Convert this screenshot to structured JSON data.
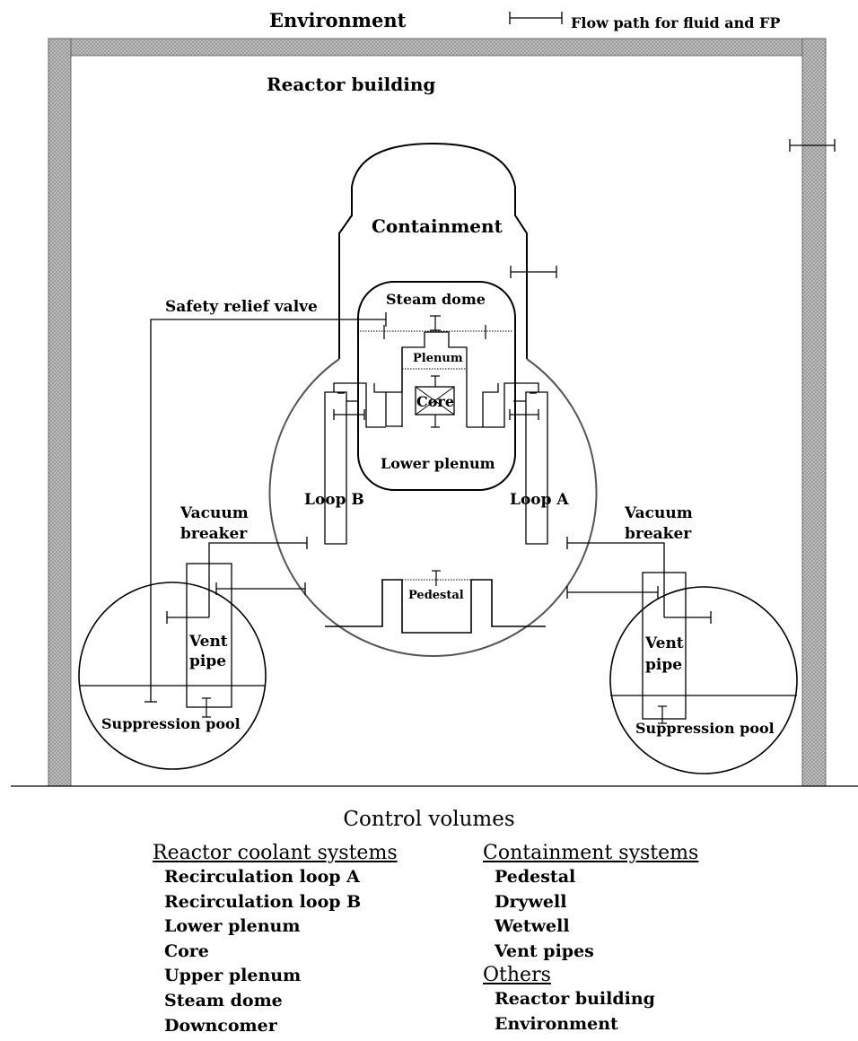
{
  "labels": {
    "environment": "Environment",
    "flow_legend": "Flow path for fluid and FP",
    "reactor_building": "Reactor building",
    "containment": "Containment",
    "safety_relief_valve": "Safety relief valve",
    "steam_dome": "Steam dome",
    "plenum": "Plenum",
    "core": "Core",
    "lower_plenum": "Lower plenum",
    "loop_b": "Loop B",
    "loop_a": "Loop A",
    "vacuum_breaker_left_1": "Vacuum",
    "vacuum_breaker_left_2": "breaker",
    "vacuum_breaker_right_1": "Vacuum",
    "vacuum_breaker_right_2": "breaker",
    "pedestal": "Pedestal",
    "vent_pipe_left_1": "Vent",
    "vent_pipe_left_2": "pipe",
    "vent_pipe_right_1": "Vent",
    "vent_pipe_right_2": "pipe",
    "suppression_pool_left": "Suppression pool",
    "suppression_pool_right": "Suppression pool"
  },
  "legend": {
    "title": "Control volumes",
    "reactor_coolant": {
      "header": "Reactor coolant systems",
      "items": [
        "Recirculation loop A",
        "Recirculation loop B",
        "Lower plenum",
        "Core",
        "Upper plenum",
        "Steam dome",
        "Downcomer"
      ]
    },
    "containment": {
      "header": "Containment systems",
      "items": [
        "Pedestal",
        "Drywell",
        "Wetwell",
        "Vent pipes"
      ]
    },
    "others": {
      "header": "Others",
      "items": [
        "Reactor building",
        "Environment"
      ]
    }
  }
}
